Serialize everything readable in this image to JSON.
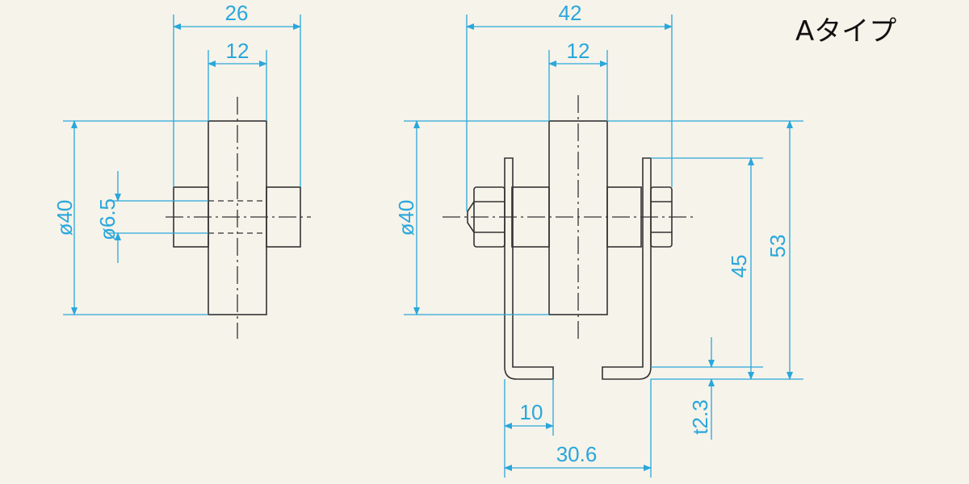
{
  "title": "Aタイプ",
  "side_view": {
    "width_overall": "26",
    "width_wheel": "12",
    "diameter_wheel": "ø40",
    "diameter_axle": "ø6.5"
  },
  "front_view": {
    "width_overall": "42",
    "width_wheel": "12",
    "diameter_wheel": "ø40",
    "height_53": "53",
    "height_45": "45",
    "thickness": "t2.3",
    "foot_length": "10",
    "foot_span": "30.6"
  },
  "colors": {
    "dimension": "#29a7dc",
    "part_line": "#333333",
    "background": "#f6f3ea"
  }
}
